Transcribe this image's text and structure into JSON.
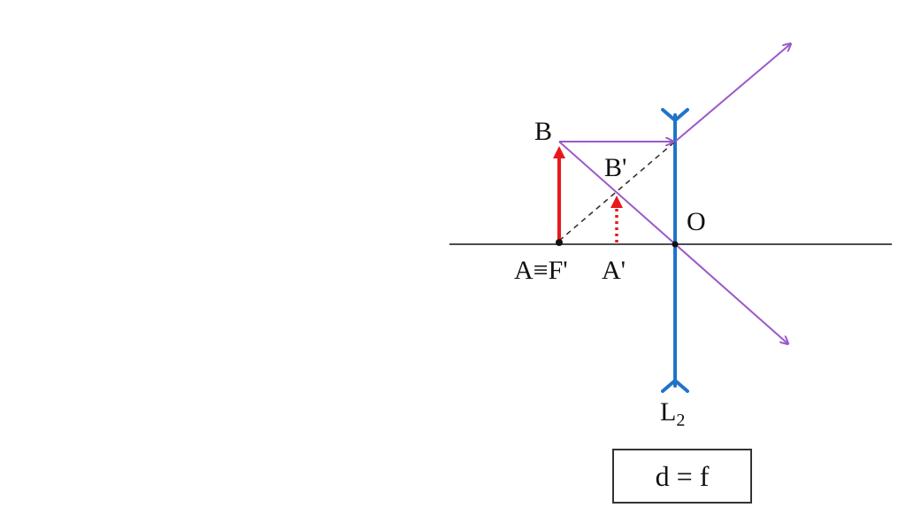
{
  "labels": {
    "B": "B",
    "B_prime": "B'",
    "O": "O",
    "A_F_prime": "A≡F'",
    "A_prime": "A'",
    "lens_letter": "L",
    "lens_index": "2"
  },
  "formula": "d = f",
  "colors": {
    "axis": "#333333",
    "lens": "#1f74c9",
    "object": "#e8181b",
    "ray": "#9b59c9",
    "construction": "#333333"
  }
}
